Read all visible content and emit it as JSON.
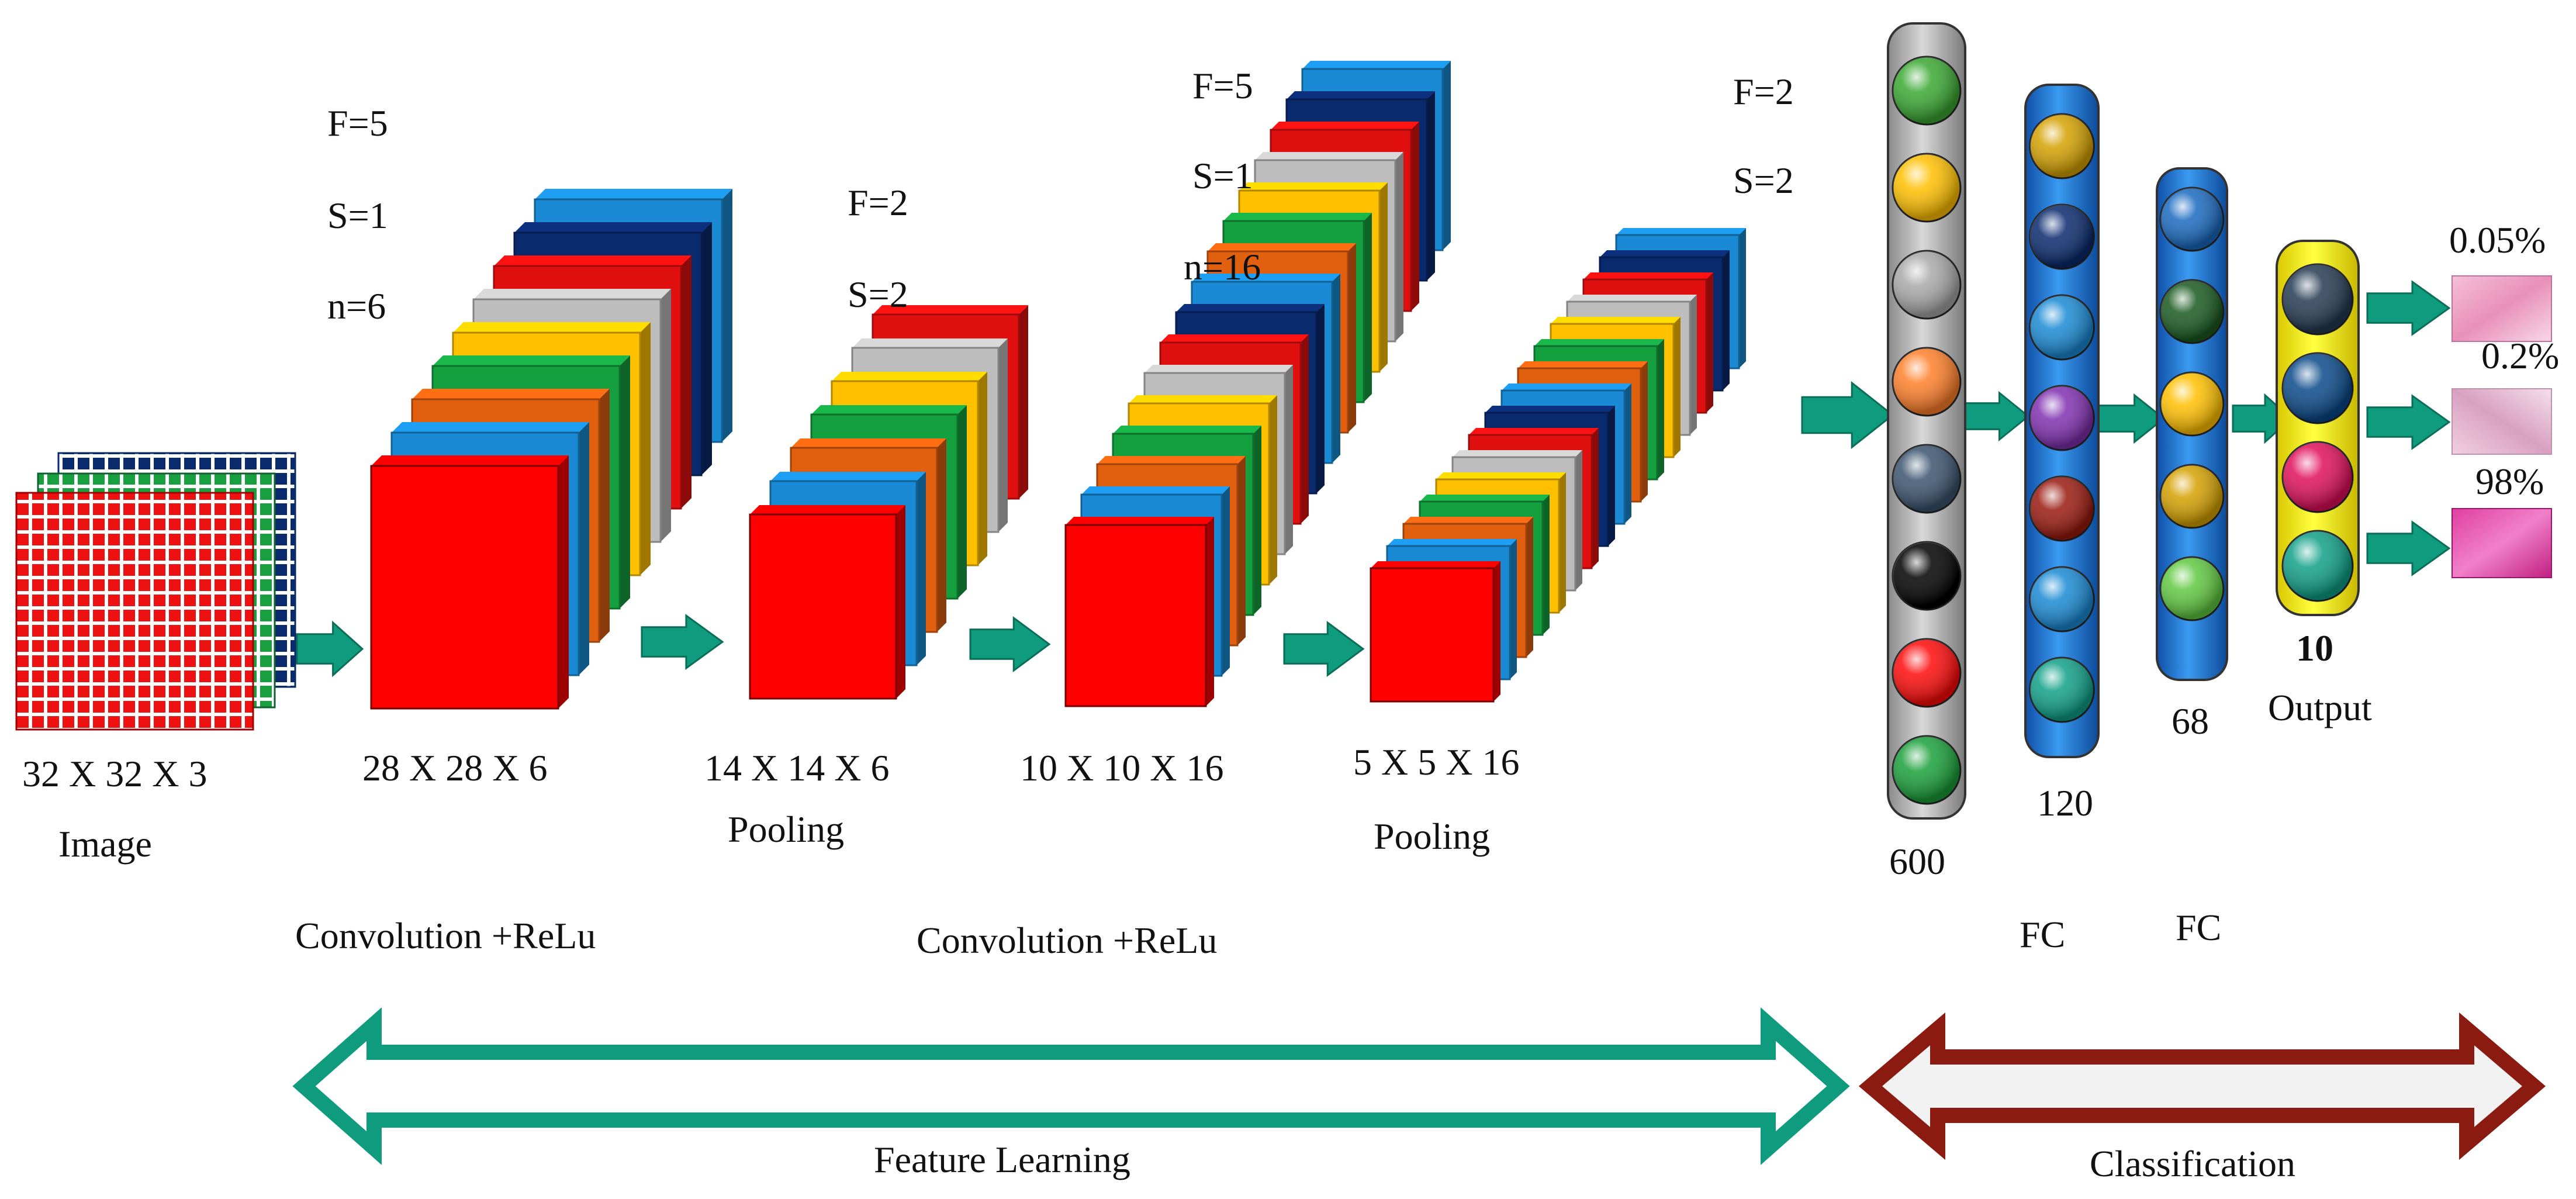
{
  "colors": {
    "teal": "#0f9b7d",
    "dark_red": "#8b1a10",
    "fill_red": "#ff0000",
    "yellow": "#ffee00",
    "blue_pillar": "#1f7fe0",
    "gray_pillar": "#b8b8b8",
    "map_palette": [
      "#0a2a6e",
      "#1a8ad4",
      "#e06010",
      "#15a040",
      "#ffc000",
      "#bdbdbd",
      "#e01010"
    ]
  },
  "input": {
    "dims": "32 X 32 X 3",
    "caption": "Image"
  },
  "conv1": {
    "params": [
      "F=5",
      "S=1",
      "n=6"
    ],
    "dims": "28 X 28 X 6",
    "caption": "Convolution +ReLu"
  },
  "pool1": {
    "params": [
      "F=2",
      "S=2"
    ],
    "dims": "14 X 14 X 6",
    "caption": "Pooling"
  },
  "conv2": {
    "params": [
      "F=5",
      "S=1",
      "n=16"
    ],
    "dims": "10 X 10 X 16",
    "caption": "Convolution +ReLu"
  },
  "pool2": {
    "params": [
      "F=2",
      "S=2"
    ],
    "dims": "5 X 5 X 16",
    "caption": "Pooling"
  },
  "flatten": {
    "size": "600",
    "node_colors": [
      "#3aa832",
      "#ffc000",
      "#a8a8a8",
      "#ff7f2a",
      "#3b5470",
      "#000000",
      "#ff0a0a",
      "#1aa03a"
    ]
  },
  "fc1": {
    "size": "120",
    "caption": "FC",
    "node_colors": [
      "#d4a000",
      "#0a2a6e",
      "#1a8ad4",
      "#8030b0",
      "#9a1a10",
      "#1a8ad4",
      "#10a088"
    ]
  },
  "fc2": {
    "size": "68",
    "caption": "FC",
    "node_colors": [
      "#1a6ac0",
      "#1a5a20",
      "#ffc000",
      "#d4a000",
      "#60c840"
    ]
  },
  "output": {
    "size": "10",
    "caption": "Output",
    "node_colors": [
      "#243a52",
      "#0a4a8a",
      "#e0105a",
      "#10a088"
    ]
  },
  "predictions": [
    {
      "label": "0.05%"
    },
    {
      "label": "0.2%"
    },
    {
      "label": "98%"
    }
  ],
  "sections": {
    "feature_learning": "Feature Learning",
    "classification": "Classification"
  }
}
